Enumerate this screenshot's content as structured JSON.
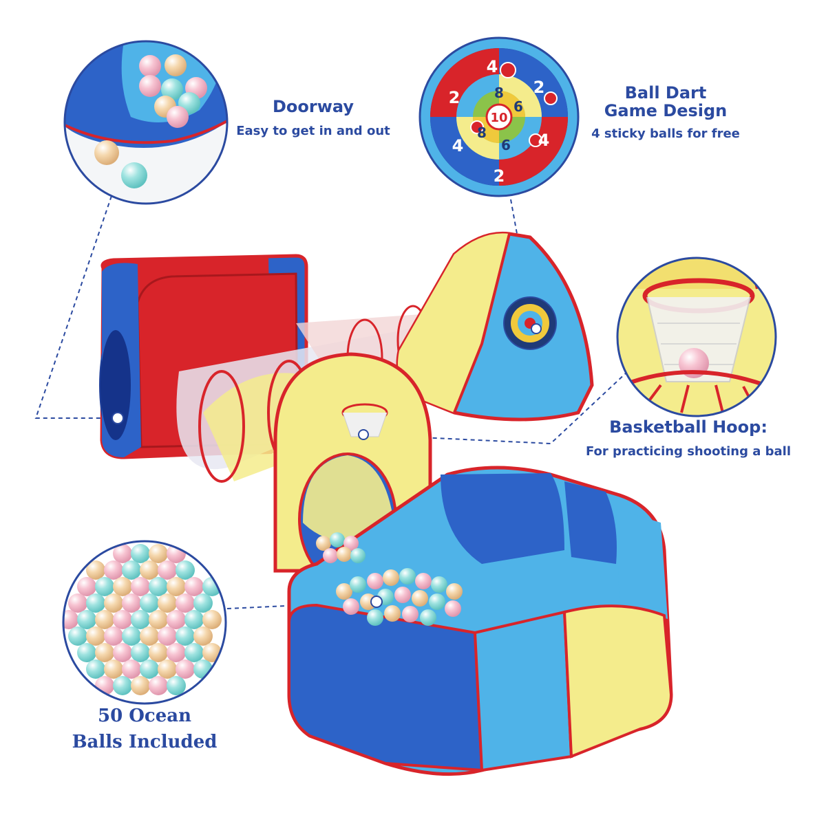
{
  "callouts": {
    "doorway": {
      "title": "Doorway",
      "desc": "Easy to get in and out"
    },
    "dart": {
      "title_line1": "Ball Dart",
      "title_line2": "Game Design",
      "desc": "4 sticky balls for free"
    },
    "hoop": {
      "title": "Basketball Hoop:",
      "desc": "For practicing shooting a ball"
    },
    "balls": {
      "title_line1": "50 Ocean",
      "title_line2": "Balls Included"
    }
  },
  "dartboard": {
    "center": "10",
    "inner": [
      "8",
      "6",
      "8",
      "6"
    ],
    "middle": [
      "2",
      "4",
      "2",
      "4"
    ],
    "outer": [
      "4",
      "2"
    ]
  },
  "colors": {
    "label": "#2b4aa0",
    "tent_red": "#d8242a",
    "tent_blue": "#2d63c8",
    "tent_light_blue": "#4fb3e8",
    "tent_yellow": "#f4ec8c",
    "dash": "#2b4aa0"
  }
}
